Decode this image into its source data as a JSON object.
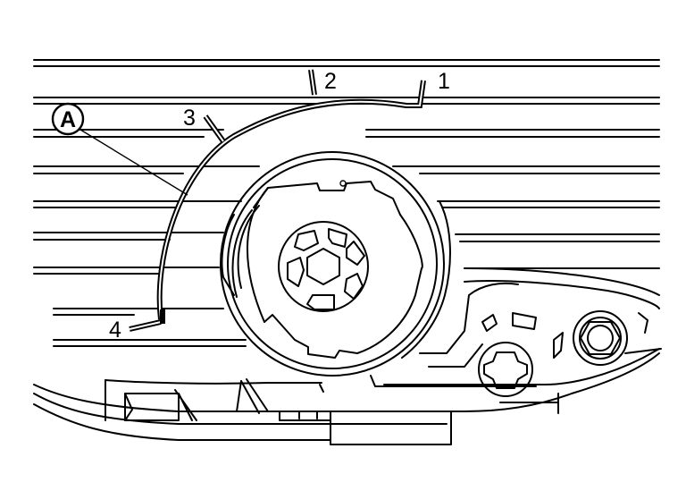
{
  "callouts": {
    "n1": "1",
    "n2": "2",
    "n3": "3",
    "n4": "4",
    "a": "A"
  },
  "colors": {
    "line": "#000000",
    "background": "#ffffff",
    "cable": "#000000"
  }
}
